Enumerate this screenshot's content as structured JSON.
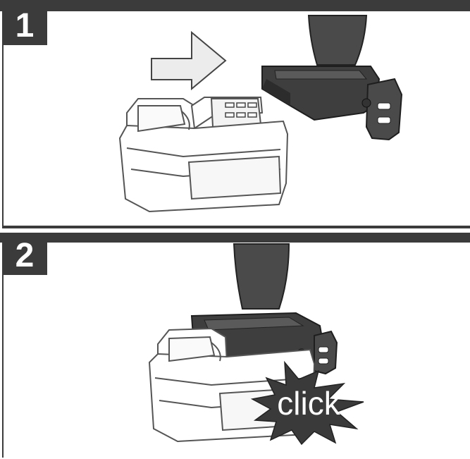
{
  "steps": [
    {
      "number": "1"
    },
    {
      "number": "2",
      "callout": "click"
    }
  ],
  "colors": {
    "bar": "#3b3b3b",
    "tool_body": "#4a4a4a",
    "battery_outline": "#555555",
    "arrow_fill": "#ececec"
  },
  "icons": {
    "insert_direction": "right-arrow-icon",
    "click_burst": "starburst-icon"
  }
}
